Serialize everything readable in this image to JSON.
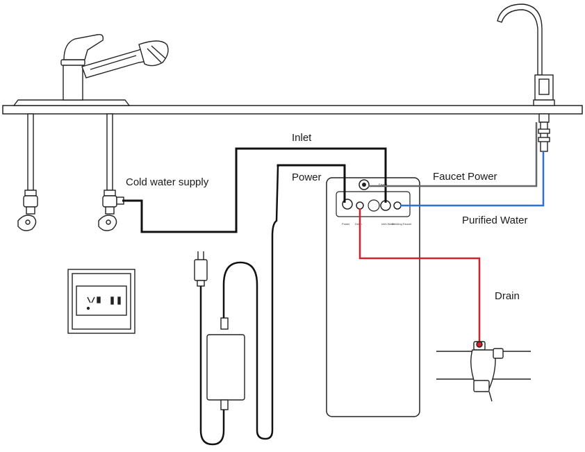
{
  "labels": {
    "inlet": "Inlet",
    "power": "Power",
    "faucet_power": "Faucet Power",
    "cold_water_supply": "Cold water supply",
    "purified_water": "Purified Water",
    "drain": "Drain"
  },
  "port_labels": {
    "faucet_top": "Faucet",
    "power": "Power",
    "drain": "Drain",
    "inlet_water": "Inlet Water",
    "drinking_faucet": "Drinking Faucet"
  },
  "colors": {
    "outline": "#222222",
    "inlet_line": "#111111",
    "faucet_power_line": "#666666",
    "purified_line": "#2f6fd6",
    "drain_line": "#d8202a"
  }
}
